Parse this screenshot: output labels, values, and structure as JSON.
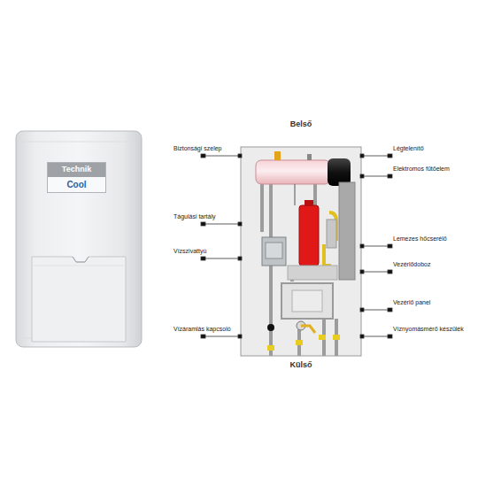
{
  "diagram": {
    "nodes": [
      {
        "text": [
          "Technik",
          "Cool"
        ]
      }
    ],
    "labels": [
      "Belső",
      "Biztonsági szelep",
      "Légtelenítő",
      "Elektromos fűtőelem",
      "Tágulási tartály",
      "Lemezes hőcserélő",
      "Vízszivattyú",
      "Vezérlődoboz",
      "Vezérlő panel",
      "Vízáramlás kapcsoló",
      "Víznyomásmérő készülék",
      "Külső"
    ]
  }
}
